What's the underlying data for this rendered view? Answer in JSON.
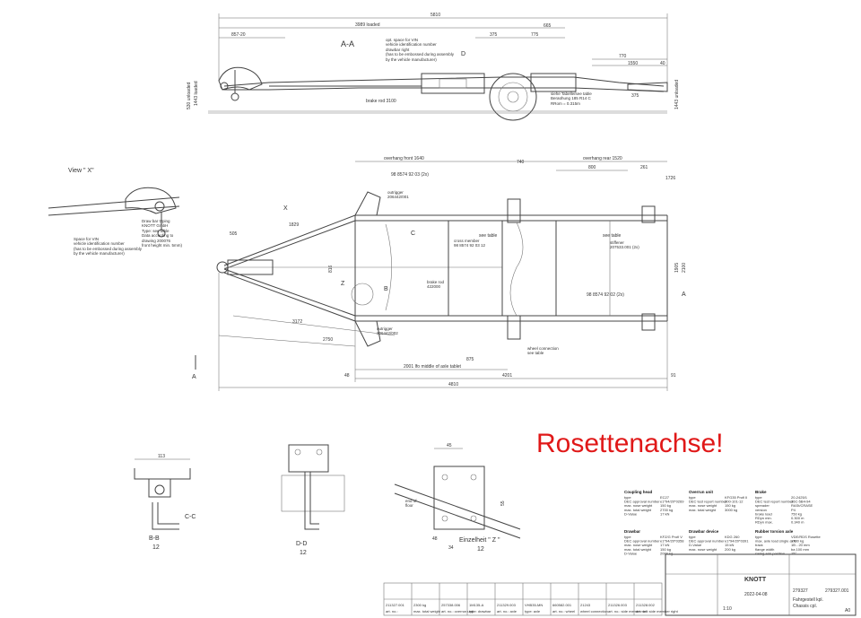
{
  "stamp": "Rosettenachse!",
  "top_view": {
    "section_label": "A-A",
    "dims": {
      "total": "5810",
      "loaded": "3989 loaded",
      "d857": "857-20",
      "d375a": "375",
      "d775": "775",
      "d665": "665",
      "d770": "770",
      "d1550": "1550",
      "d40": "40",
      "d375b": "375",
      "d1443": "1443 loaded",
      "d530": "530 unloaded",
      "h1443": "1443 unloaded",
      "brake_rod": "brake rod 3100"
    },
    "notes": {
      "vin_space": "opt. space for VIN\nvehicle identification number\ndrawbar right\n(has to be embossed during assembly\nby the vehicle manufacturer)",
      "tie_rod": "siehe Tabelle/see table\nBeraühung 185 R14 C\nRRom = 0.315m",
      "d_mark": "D"
    }
  },
  "view_x": {
    "title": "View \" X\"",
    "notes": {
      "vin": "Space for VIN\nvehicle identification number\n(has to be embossed during assembly\nby the vehicle manufacturer)",
      "drawbar": "Draw bar typing\nKNOTT GmbH\nType: see table\nData according to\ndrawing 200076\nfront height min. 5mm)"
    }
  },
  "plan_view": {
    "dims": {
      "overhang_front": "overhang front 1640",
      "overhang_rear": "overhang rear 1520",
      "d740": "740",
      "d800": "800",
      "d261": "261",
      "d1726": "1726",
      "d816": "816",
      "d1829": "1829",
      "d505": "505",
      "d1905": "1905",
      "d2100": "2100",
      "d3172": "3172",
      "d2750": "2750",
      "d2001": "2001 Ifo middle of axle tablet",
      "d875": "875",
      "d4201": "4201",
      "d4810": "4810",
      "d48": "48",
      "d91": "91"
    },
    "labels": {
      "outrigger_top": "outrigger\n206442/001",
      "outrigger_bottom": "outrigger\n206442/002",
      "cross_member": "cross member\n98 8574 92 03 12",
      "brake_rod": "brake rod\n422000",
      "see_table": "see table",
      "see_table2": "see table",
      "stiffener": "stiffener\n207533.001 (2x)",
      "wheel_connection": "wheel connection\nsee table",
      "part_top": "98 8574 92 03 (2x)",
      "part_right": "98 8574 92 02 (2x)",
      "x_mark": "X",
      "z_mark": "Z",
      "b_mark": "B",
      "c_mark": "C",
      "a_mark": "A",
      "a_mark2": "A"
    }
  },
  "sections": {
    "bb": {
      "title": "B-B",
      "scale": "12",
      "dim": "113"
    },
    "cc": {
      "title": "C-C"
    },
    "dd": {
      "title": "D-D",
      "scale": "12"
    },
    "z": {
      "title": "Einzelheit \" Z \"",
      "scale": "12",
      "dims": [
        "45",
        "55",
        "48",
        "34"
      ],
      "note": "end of\nfloor"
    }
  },
  "specs": {
    "coupling_head": {
      "title": "Coupling head",
      "rows": [
        "type",
        "DEC approval number",
        "max. nose weight",
        "max. total weight",
        "D-Value"
      ],
      "values": [
        "EC27",
        "e1*94/20*0269",
        "150 kg",
        "2700 kg",
        "17 kN"
      ]
    },
    "overrun_unit": {
      "title": "Overrun unit",
      "rows": [
        "type",
        "DEC test report number",
        "max. nose weight",
        "max. total weight"
      ],
      "values": [
        "KFG35 Profi II",
        "300-101-12",
        "150 kg",
        "3000 kg"
      ]
    },
    "brake": {
      "title": "Brake",
      "rows": [
        "type",
        "DEC test report number",
        "spreader",
        "version",
        "brake load",
        "RDyn min.",
        "RDyn max."
      ],
      "values": [
        "20-2425/1",
        "36C-5B4-94",
        "RASt/CRASE",
        "P4",
        "750 kg",
        "0.300 m",
        "0.340 m"
      ]
    },
    "drawbar": {
      "title": "Drawbar",
      "rows": [
        "type",
        "DEC approval number",
        "max. nose weight",
        "max. total weight",
        "D-Value"
      ],
      "values": [
        "KFZ/G Profi V",
        "e1*94/20*0358",
        "17 kN",
        "150 kg",
        "2000 kg"
      ]
    },
    "drawbar_device": {
      "title": "Drawbar device",
      "rows": [
        "type",
        "DEC approval number",
        "D-Value",
        "max. nose weight"
      ],
      "values": [
        "KDG 260",
        "e1*94/20*0391",
        "15 kN",
        "200 kg"
      ]
    },
    "rubber_torsion_axle": {
      "title": "Rubber torsion axle",
      "rows": [
        "type",
        "max. axle load single axle",
        "track",
        "flange width",
        "swing arm position"
      ],
      "values": [
        "VDE/RDS Rosette",
        "1700 kg",
        "1B - 20 mm",
        "ba 100 mm",
        "15°"
      ]
    }
  },
  "title_block": {
    "company": "KNOTT",
    "drawing_no": "279327",
    "drawing_no_full": "279327.001",
    "title": "Fahrgestell kpl.",
    "subtitle": "Chassis cpl.",
    "scale": "1:10",
    "date": "2022-04-08",
    "sheet": "A0",
    "parts_top": [
      "211327.001",
      "2300 kg",
      "257338.006",
      "1M135-A",
      "211329.003",
      "VHB35-MN",
      "660582.001",
      "21243",
      "211326.003",
      "211328.002"
    ],
    "parts_bottom": [
      "art. no.:",
      "max. total weight",
      "art. no.: overrun unit",
      "type: drawbar",
      "art. no.: axle",
      "type: axle",
      "art. no.: wheel",
      "wheel connection",
      "art. no.: side member left",
      "art. no.: side member right"
    ]
  }
}
